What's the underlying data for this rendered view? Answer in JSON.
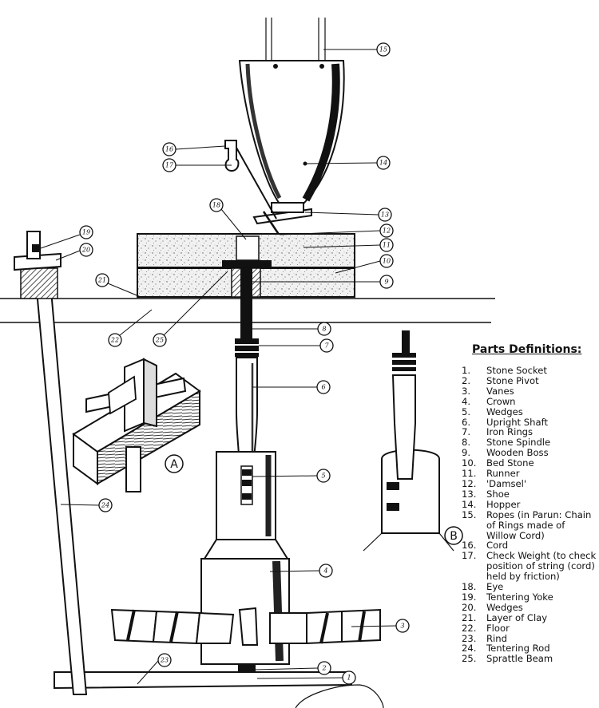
{
  "legend": {
    "title": "Parts Definitions:",
    "items": [
      {
        "num": "1.",
        "label": "Stone Socket"
      },
      {
        "num": "2.",
        "label": "Stone Pivot"
      },
      {
        "num": "3.",
        "label": "Vanes"
      },
      {
        "num": "4.",
        "label": "Crown"
      },
      {
        "num": "5.",
        "label": "Wedges"
      },
      {
        "num": "6.",
        "label": "Upright Shaft"
      },
      {
        "num": "7.",
        "label": "Iron Rings"
      },
      {
        "num": "8.",
        "label": "Stone Spindle"
      },
      {
        "num": "9.",
        "label": "Wooden Boss"
      },
      {
        "num": "10.",
        "label": "Bed Stone"
      },
      {
        "num": "11.",
        "label": "Runner"
      },
      {
        "num": "12.",
        "label": "'Damsel'"
      },
      {
        "num": "13.",
        "label": "Shoe"
      },
      {
        "num": "14.",
        "label": "Hopper"
      },
      {
        "num": "15.",
        "label": "Ropes (in Parun: Chain of Rings made of Willow Cord)"
      },
      {
        "num": "16.",
        "label": "Cord"
      },
      {
        "num": "17.",
        "label": "Check Weight (to check position of string (cord) held by friction)"
      },
      {
        "num": "18.",
        "label": "Eye"
      },
      {
        "num": "19.",
        "label": "Tentering Yoke"
      },
      {
        "num": "20.",
        "label": "Wedges"
      },
      {
        "num": "21.",
        "label": "Layer of Clay"
      },
      {
        "num": "22.",
        "label": "Floor"
      },
      {
        "num": "23.",
        "label": "Rind"
      },
      {
        "num": "24.",
        "label": "Tentering Rod"
      },
      {
        "num": "25.",
        "label": "Sprattle Beam"
      }
    ]
  },
  "callouts": [
    "1",
    "2",
    "3",
    "4",
    "5",
    "6",
    "7",
    "8",
    "9",
    "10",
    "11",
    "12",
    "13",
    "14",
    "15",
    "16",
    "17",
    "18",
    "19",
    "20",
    "21",
    "22",
    "23",
    "24",
    "25"
  ],
  "inset_labels": {
    "a": "A",
    "b": "B"
  }
}
